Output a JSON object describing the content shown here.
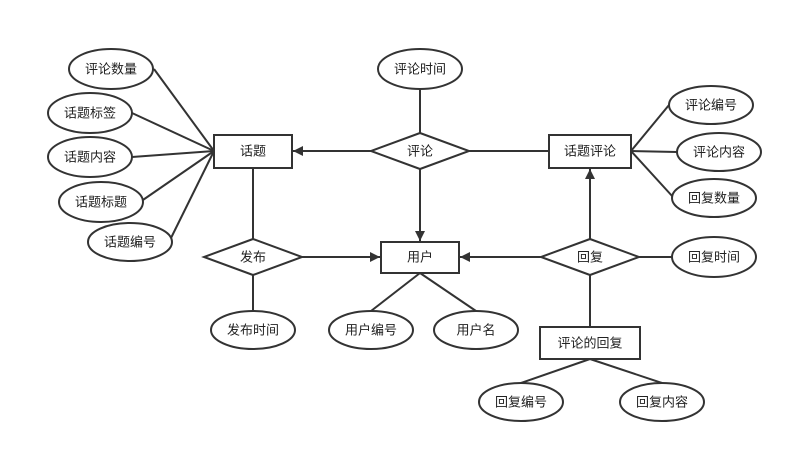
{
  "diagram": {
    "entities": {
      "topic": "话题",
      "topic_comment": "话题评论",
      "user": "用户",
      "comment_reply": "评论的回复"
    },
    "relationships": {
      "comment": "评论",
      "publish": "发布",
      "reply": "回复"
    },
    "attributes": {
      "comment_count": "评论数量",
      "topic_tags": "话题标签",
      "topic_content": "话题内容",
      "topic_title": "话题标题",
      "topic_id": "话题编号",
      "comment_time": "评论时间",
      "comment_id": "评论编号",
      "comment_content": "评论内容",
      "reply_count": "回复数量",
      "reply_time": "回复时间",
      "publish_time": "发布时间",
      "user_id": "用户编号",
      "username": "用户名",
      "reply_id": "回复编号",
      "reply_content": "回复内容"
    },
    "colors": {
      "stroke": "#333333",
      "fill": "#ffffff",
      "text": "#222222"
    }
  }
}
